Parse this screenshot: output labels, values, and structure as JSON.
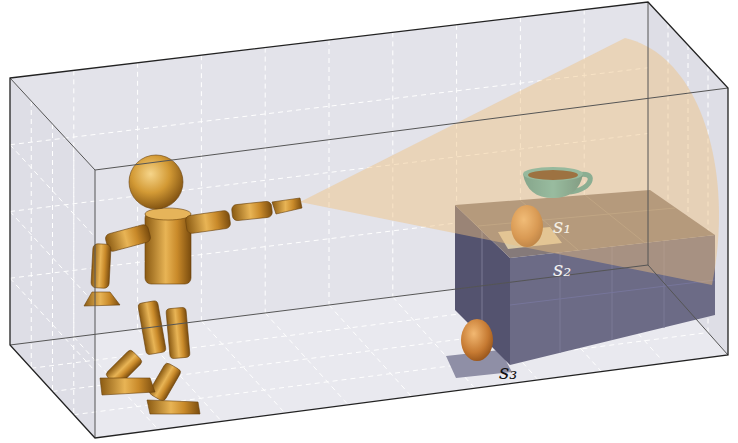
{
  "diagram": {
    "labels": [
      "s₁",
      "s₂",
      "s₃"
    ]
  }
}
